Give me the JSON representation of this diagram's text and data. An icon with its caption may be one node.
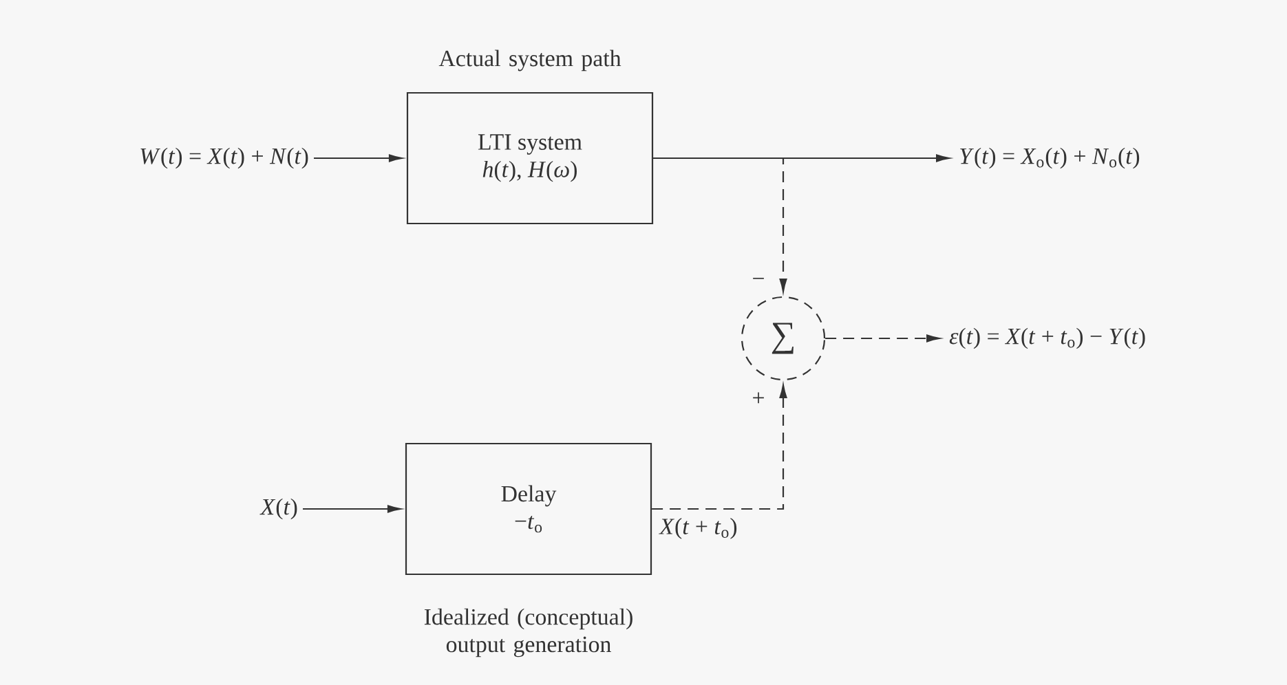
{
  "diagram": {
    "nodes": [
      {
        "text": [
          "*W*(*t*) = *X*(*t*) + *N*(*t*)"
        ]
      },
      {
        "text": [
          "LTI system",
          "*h*(*t*), *H*(*ω*)"
        ],
        "beside": [
          "Actual system path"
        ]
      },
      {
        "text": [
          "*Y*(*t*) = *X*$_{o}$(*t*) + *N*$_{o}$(*t*)"
        ]
      },
      {
        "text": [
          "∑"
        ]
      },
      {
        "text": [
          "*ε*(*t*) = *X*(*t* + *t*$_{o}$) − *Y*(*t*)"
        ]
      },
      {
        "text": [
          "*X*(*t*)"
        ]
      },
      {
        "text": [
          "Delay",
          "−*t*$_{o}$"
        ],
        "beside": [
          "Idealized (conceptual) output generation"
        ]
      }
    ],
    "edges": [
      {
        "from": 0,
        "to": 1,
        "arrow": "to"
      },
      {
        "from": 1,
        "to": 2,
        "arrow": "to"
      },
      {
        "from": 1,
        "to": 3,
        "arrow": "to",
        "style": "dashed"
      },
      {
        "from": 3,
        "to": 4,
        "arrow": "to",
        "style": "dashed"
      },
      {
        "from": 5,
        "to": 6,
        "arrow": "to"
      },
      {
        "from": 6,
        "to": 3,
        "arrow": "to",
        "style": "dashed",
        "label": "*X*(*t* + *t*$_{o}$)"
      }
    ],
    "labels": [
      "−",
      "+"
    ]
  }
}
